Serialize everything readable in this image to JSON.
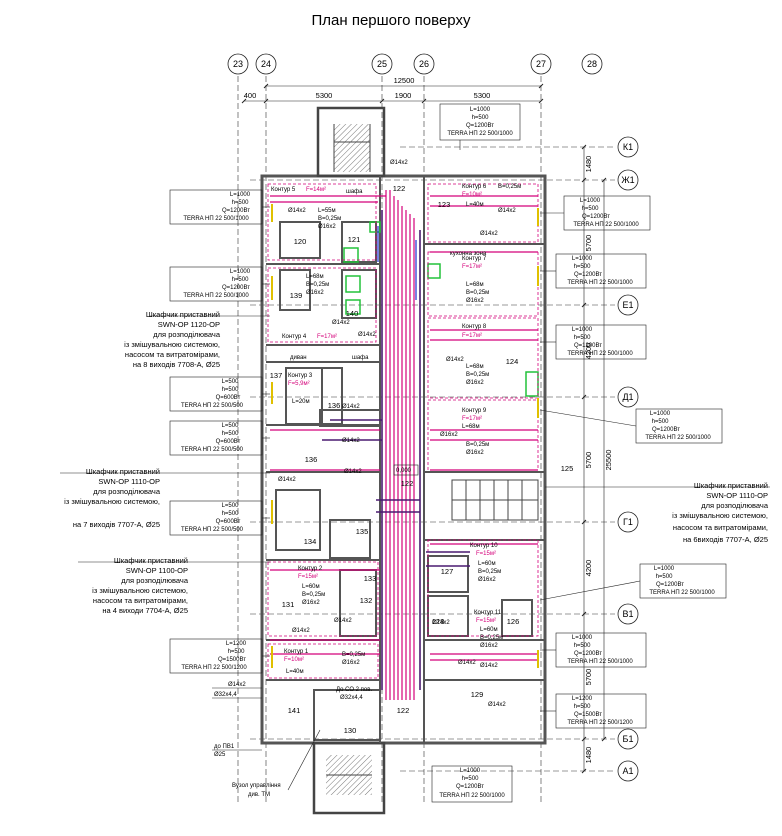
{
  "title": "План першого поверху",
  "colors": {
    "pipe": "#d4007a",
    "pipe_dark": "#4a1a70",
    "pipe_blue": "#1a2fd0",
    "equip": "#22c23a",
    "wall": "#555555",
    "grid": "#222222"
  },
  "axes": {
    "vertical": [
      "23",
      "24",
      "25",
      "26",
      "27",
      "28"
    ],
    "horizontal": [
      "К1",
      "Ж1",
      "Е1",
      "Д1",
      "Г1",
      "В1",
      "Б1",
      "А1"
    ]
  },
  "dims_top": {
    "total": "12500",
    "left": "400",
    "seg1": "5300",
    "seg2": "1900",
    "seg3": "5300"
  },
  "dims_right": [
    "1480",
    "5700",
    "4200",
    "5700",
    "4200",
    "5700",
    "1480",
    "25500"
  ],
  "rooms": [
    {
      "id": "r120",
      "label": "120"
    },
    {
      "id": "r121",
      "label": "121"
    },
    {
      "id": "r122a",
      "label": "122"
    },
    {
      "id": "r123",
      "label": "123"
    },
    {
      "id": "r139",
      "label": "139"
    },
    {
      "id": "r140",
      "label": "140"
    },
    {
      "id": "r137",
      "label": "137"
    },
    {
      "id": "r136a",
      "label": "136"
    },
    {
      "id": "r136b",
      "label": "136"
    },
    {
      "id": "r124",
      "label": "124"
    },
    {
      "id": "r125",
      "label": "125"
    },
    {
      "id": "r122b",
      "label": "122"
    },
    {
      "id": "r135",
      "label": "135"
    },
    {
      "id": "r134",
      "label": "134"
    },
    {
      "id": "r133",
      "label": "133"
    },
    {
      "id": "r132",
      "label": "132"
    },
    {
      "id": "r131",
      "label": "131"
    },
    {
      "id": "r127",
      "label": "127"
    },
    {
      "id": "r128",
      "label": "128"
    },
    {
      "id": "r126",
      "label": "126"
    },
    {
      "id": "r129",
      "label": "129"
    },
    {
      "id": "r141",
      "label": "141"
    },
    {
      "id": "r130",
      "label": "130"
    },
    {
      "id": "r122c",
      "label": "122"
    }
  ],
  "room_words": {
    "shafa1": "шафа",
    "shafa2": "шафа",
    "dyvan": "диван",
    "kitchen": "кухонна зона",
    "level": "0,000"
  },
  "contours": [
    {
      "id": "k5",
      "name": "Контур 5",
      "area": "F=14м²",
      "params": [
        "L=55м",
        "B=0,25м",
        "Ø16x2"
      ]
    },
    {
      "id": "k4",
      "name": "Контур 4",
      "area": "F=17м²",
      "params": [
        "L=68м",
        "B=0,25м",
        "Ø16x2"
      ]
    },
    {
      "id": "k3",
      "name": "Контур 3",
      "area": "F=5,9м²",
      "params": [
        "L=20м"
      ]
    },
    {
      "id": "k2",
      "name": "Контур 2",
      "area": "F=15м²",
      "params": [
        "L=60м",
        "B=0,25м",
        "Ø16x2"
      ]
    },
    {
      "id": "k1",
      "name": "Контур 1",
      "area": "F=10м²",
      "params": [
        "L=40м",
        "B=0,25м",
        "Ø16x2"
      ]
    },
    {
      "id": "k6",
      "name": "Контур 6",
      "area": "F=10м²",
      "params": [
        "B=0,25м",
        "L=40м",
        "Ø14x2"
      ]
    },
    {
      "id": "k7",
      "name": "Контур 7",
      "area": "F=17м²",
      "params": [
        "L=68м",
        "B=0,25м",
        "Ø16x2"
      ]
    },
    {
      "id": "k8",
      "name": "Контур 8",
      "area": "F=17м²",
      "params": [
        "L=68м",
        "B=0,25м",
        "Ø16x2"
      ]
    },
    {
      "id": "k9",
      "name": "Контур 9",
      "area": "F=17м²",
      "params": [
        "L=68м",
        "B=0,25м",
        "Ø16x2"
      ]
    },
    {
      "id": "k10",
      "name": "Контур 10",
      "area": "F=15м²",
      "params": [
        "L=60м",
        "B=0,25м",
        "Ø16x2"
      ]
    },
    {
      "id": "k11",
      "name": "Контур 11",
      "area": "F=15м²",
      "params": [
        "L=60м",
        "B=0,25м",
        "Ø16x2"
      ]
    }
  ],
  "pipe_labels": {
    "p1": "Ø14x2",
    "p2": "Ø14x2",
    "p3": "Ø14x2",
    "p4": "Ø14x2",
    "p5": "Ø14x2",
    "p6": "Ø14x2",
    "p7": "Ø14x2",
    "p8": "Ø14x2",
    "p9": "Ø14x2",
    "p10": "Ø14x2",
    "p11": "Ø14x2",
    "p12": "Ø14x2",
    "p13": "Ø14x2",
    "p14": "Ø14x2",
    "p15": "Ø14x2",
    "p16": "Ø16x2",
    "p17": "Ø32x4,4",
    "p18": "Ø32x4,4",
    "p19": "Ø14x2",
    "p20": "Ø14x2"
  },
  "notes": {
    "co2": "До СО 2 пов.",
    "pv1": "до ПВ1",
    "pv1_d": "Ø25",
    "vuzol": "Вузол управління",
    "vuzol2": "див. ТМ"
  },
  "radiators": [
    {
      "id": "rad-top",
      "lines": [
        "L=1000",
        "h=500",
        "Q=1200Вт",
        "TERRA НП 22 500/1000"
      ]
    },
    {
      "id": "rad-l1",
      "lines": [
        "L=1000",
        "h=500",
        "Q=1200Вт",
        "TERRA НП 22 500/1000"
      ]
    },
    {
      "id": "rad-l2",
      "lines": [
        "L=1000",
        "h=500",
        "Q=1200Вт",
        "TERRA НП 22 500/1000"
      ]
    },
    {
      "id": "rad-l3",
      "lines": [
        "L=500",
        "h=500",
        "Q=600Вт",
        "TERRA НП 22 500/500"
      ]
    },
    {
      "id": "rad-l4",
      "lines": [
        "L=500",
        "h=500",
        "Q=600Вт",
        "TERRA НП 22 500/500"
      ]
    },
    {
      "id": "rad-l5",
      "lines": [
        "L=500",
        "h=500",
        "Q=600Вт",
        "TERRA НП 22 500/500"
      ]
    },
    {
      "id": "rad-l6",
      "lines": [
        "L=1200",
        "h=500",
        "Q=1500Вт",
        "TERRA НП 22 500/1200"
      ]
    },
    {
      "id": "rad-r1",
      "lines": [
        "L=1000",
        "h=500",
        "Q=1200Вт",
        "TERRA НП 22 500/1000"
      ]
    },
    {
      "id": "rad-r2",
      "lines": [
        "L=1000",
        "h=500",
        "Q=1200Вт",
        "TERRA НП 22 500/1000"
      ]
    },
    {
      "id": "rad-r3",
      "lines": [
        "L=1000",
        "h=500",
        "Q=1200Вт",
        "TERRA НП 22 500/1000"
      ]
    },
    {
      "id": "rad-r4",
      "lines": [
        "L=1000",
        "h=500",
        "Q=1200Вт",
        "TERRA НП 22 500/1000"
      ]
    },
    {
      "id": "rad-r5",
      "lines": [
        "L=1000",
        "h=500",
        "Q=1200Вт",
        "TERRA НП 22 500/1000"
      ]
    },
    {
      "id": "rad-r6",
      "lines": [
        "L=1000",
        "h=500",
        "Q=1200Вт",
        "TERRA НП 22 500/1000"
      ]
    },
    {
      "id": "rad-r7",
      "lines": [
        "L=1200",
        "h=500",
        "Q=1500Вт",
        "TERRA НП 22 500/1200"
      ]
    },
    {
      "id": "rad-bot",
      "lines": [
        "L=1000",
        "h=500",
        "Q=1200Вт",
        "TERRA НП 22 500/1000"
      ]
    }
  ],
  "cabinets": [
    {
      "id": "cab1",
      "lines": [
        "Шкафчик приставний",
        "SWN-OP 1120-OP",
        "для розподілювача",
        "із змішувальною системою,",
        "насосом та витратомірами,",
        "на 8 виходів 7708-А, Ø25"
      ]
    },
    {
      "id": "cab2",
      "lines": [
        "Шкафчик приставний",
        "SWN-OP 1110-OP",
        "для розподілювача",
        "із змішувальною системою,",
        "на 7 виходів 7707-А, Ø25"
      ]
    },
    {
      "id": "cab3",
      "lines": [
        "Шкафчик приставний",
        "SWN-OP 1100-OP",
        "для розподілювача",
        "із змішувальною системою,",
        "насосом та витратомірами,",
        "на 4 виходи 7704-А, Ø25"
      ]
    },
    {
      "id": "cab4",
      "lines": [
        "Шкафчик приставний",
        "SWN-OP 1110-OP",
        "для розподілювача",
        "із змішувальною системою,",
        "насосом та витратомірами,",
        "на 6виходів 7707-А, Ø25"
      ]
    }
  ]
}
